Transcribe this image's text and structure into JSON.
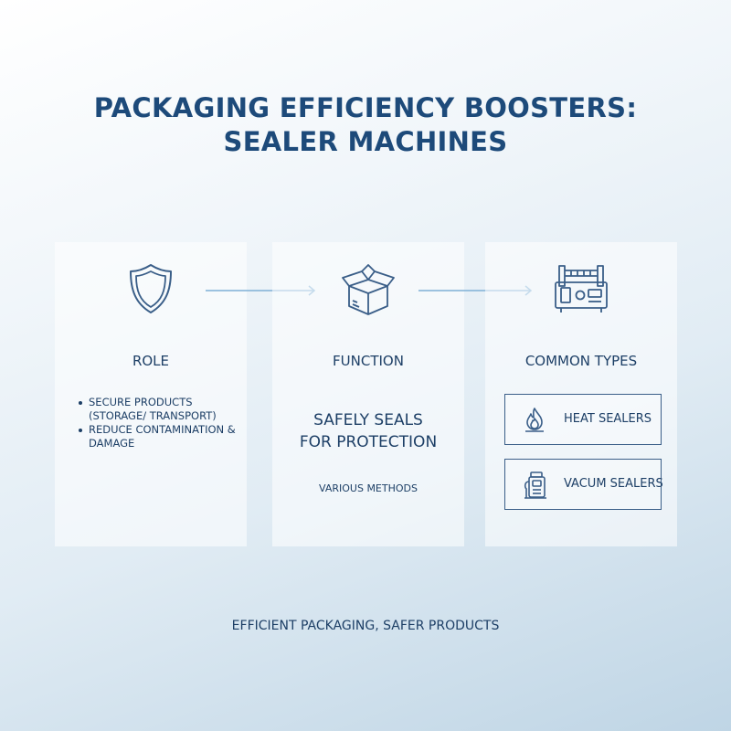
{
  "title": {
    "line1": "PACKAGING EFFICIENCY BOOSTERS:",
    "line2": "SEALER MACHINES"
  },
  "panels": {
    "role": {
      "icon": "shield-icon",
      "heading": "ROLE",
      "bullets": [
        "SECURE PRODUCTS (STORAGE/ TRANSPORT)",
        "REDUCE CONTAMINATION & DAMAGE"
      ]
    },
    "function": {
      "icon": "open-box-icon",
      "heading": "FUNCTION",
      "main_line1": "SAFELY SEALS",
      "main_line2": "FOR PROTECTION",
      "sub": "VARIOUS METHODS"
    },
    "types": {
      "icon": "sealer-machine-icon",
      "heading": "COMMON TYPES",
      "items": [
        {
          "icon": "flame-icon",
          "label": "HEAT SEALERS"
        },
        {
          "icon": "vacuum-sealer-icon",
          "label": "VACUM SEALERS"
        }
      ]
    }
  },
  "arrows": [
    "arrow-right-icon",
    "arrow-right-icon"
  ],
  "footer": "EFFICIENT PACKAGING, SAFER PRODUCTS",
  "colors": {
    "title": "#1d4a7a",
    "text": "#1d3f66",
    "icon_stroke": "#3a5e88",
    "arrow": "#7fb0d6"
  }
}
